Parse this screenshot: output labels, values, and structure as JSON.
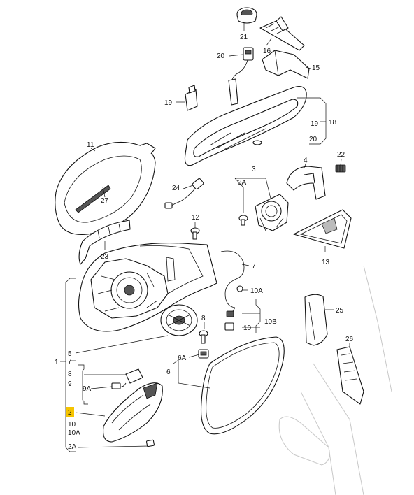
{
  "callouts": {
    "c21": "21",
    "c16": "16",
    "c20": "20",
    "c15": "15",
    "c19": "19",
    "c18": "18",
    "c19b": "19",
    "c20b": "20",
    "c11": "11",
    "c27": "27",
    "c4": "4",
    "c22": "22",
    "c3": "3",
    "c3A": "3A",
    "c24": "24",
    "c23": "23",
    "c12": "12",
    "c13": "13",
    "c7": "7",
    "c10A": "10A",
    "c10": "10",
    "c10B": "10B",
    "c25": "25",
    "c8": "8",
    "c5": "5",
    "c7b": "7",
    "c1": "1",
    "c6A": "6A",
    "c6": "6",
    "c26": "26",
    "c8b": "8",
    "c9": "9",
    "c9A": "9A",
    "c2": "2",
    "c10c": "10",
    "c10Ab": "10A",
    "c2A": "2A"
  },
  "colors": {
    "highlight": "#f5c400",
    "line": "#111111"
  }
}
